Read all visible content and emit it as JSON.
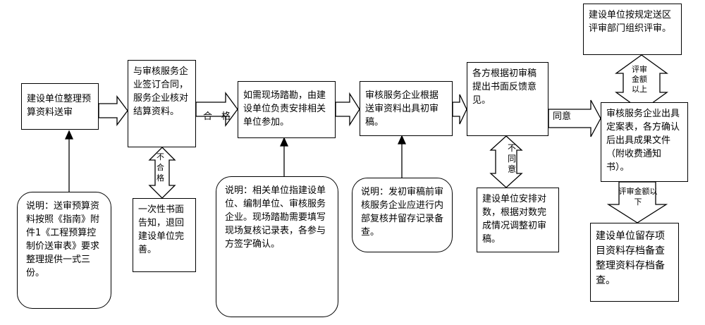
{
  "steps": {
    "s1": "建设单位整理预算资料送审",
    "s2": "与审核服务企业签订合同，服务企业核对结算资料。",
    "s3": "如需现场踏勘，由建设单位负责安排相关单位参加。",
    "s4": "审核服务企业根据送审资料出具初审稿。",
    "s5": "各方根据初审稿提出书面反馈意见。",
    "s6": "审核服务企业出具定案表，各方确认后出具成果文件（附收费通知书）。",
    "s7": "建设单位按规定送区评审部门组织评审。",
    "s8": "建设单位留存项目资料存档备查整理资料存档备查。"
  },
  "side_boxes": {
    "reject": "一次性书面告知，退回建设单位完善。",
    "adjust": "建设单位安排对数，根据对数完成情况调整初审稿。"
  },
  "notes": {
    "n1": "说明：送审预算资料按照《指南》附件1《工程预算控制价送审表》要求整理提供一式三份。",
    "n2": "说明：相关单位指建设单位、编制单位、审核服务企业。现场踏勘需要填写现场复核记录表，各参与方签字确认。",
    "n3": "说明：发初审稿前审核服务企业应进行内部复核并留存记录备查。"
  },
  "arrow_labels": {
    "qualified": "合　格",
    "not_qualified": "不合格",
    "agree": "同意",
    "disagree": "不同意",
    "above": "评审金额以上",
    "below": "评审金额以下"
  }
}
